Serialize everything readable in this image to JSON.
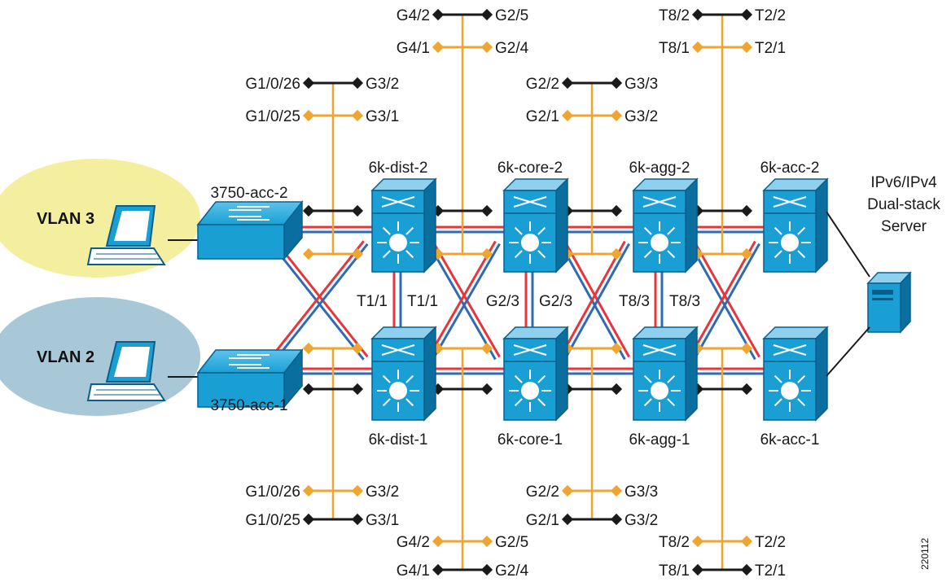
{
  "figure_id": "220112",
  "colors": {
    "red": "#e8343a",
    "blue": "#2d6cb5",
    "orange": "#f0a530",
    "black": "#1a1a1a",
    "switch_face": "#1a9fd5",
    "switch_dark": "#0a6f9e",
    "vlan3_bg": "#f4ef9e",
    "vlan2_bg": "#a8c8d8"
  },
  "vlans": [
    {
      "id": "vlan3",
      "label": "VLAN 3"
    },
    {
      "id": "vlan2",
      "label": "VLAN 2"
    }
  ],
  "access_switches": [
    {
      "id": "acc2",
      "label": "3750-acc-2"
    },
    {
      "id": "acc1",
      "label": "3750-acc-1"
    }
  ],
  "chassis": [
    {
      "id": "dist2",
      "label": "6k-dist-2"
    },
    {
      "id": "core2",
      "label": "6k-core-2"
    },
    {
      "id": "agg2",
      "label": "6k-agg-2"
    },
    {
      "id": "acc2b",
      "label": "6k-acc-2"
    },
    {
      "id": "dist1",
      "label": "6k-dist-1"
    },
    {
      "id": "core1",
      "label": "6k-core-1"
    },
    {
      "id": "agg1",
      "label": "6k-agg-1"
    },
    {
      "id": "acc1b",
      "label": "6k-acc-1"
    }
  ],
  "server": {
    "label_lines": [
      "IPv6/IPv4",
      "Dual-stack",
      "Server"
    ]
  },
  "interlinks": [
    {
      "id": "dist",
      "left": "T1/1",
      "right": "T1/1"
    },
    {
      "id": "core",
      "left": "G2/3",
      "right": "G2/3"
    },
    {
      "id": "agg",
      "left": "T8/3",
      "right": "T8/3"
    }
  ],
  "port_groups": [
    {
      "id": "top-acc-dist",
      "rows": [
        {
          "left": "G1/0/26",
          "right": "G3/2",
          "color": "black"
        },
        {
          "left": "G1/0/25",
          "right": "G3/1",
          "color": "orange"
        }
      ]
    },
    {
      "id": "top-dist-core",
      "rows": [
        {
          "left": "G4/2",
          "right": "G2/5",
          "color": "black"
        },
        {
          "left": "G4/1",
          "right": "G2/4",
          "color": "orange"
        }
      ]
    },
    {
      "id": "top-core-agg",
      "rows": [
        {
          "left": "G2/2",
          "right": "G3/3",
          "color": "black"
        },
        {
          "left": "G2/1",
          "right": "G3/2",
          "color": "orange"
        }
      ]
    },
    {
      "id": "top-agg-acc",
      "rows": [
        {
          "left": "T8/2",
          "right": "T2/2",
          "color": "black"
        },
        {
          "left": "T8/1",
          "right": "T2/1",
          "color": "orange"
        }
      ]
    },
    {
      "id": "bot-acc-dist",
      "rows": [
        {
          "left": "G1/0/26",
          "right": "G3/2",
          "color": "orange"
        },
        {
          "left": "G1/0/25",
          "right": "G3/1",
          "color": "black"
        }
      ]
    },
    {
      "id": "bot-core-agg",
      "rows": [
        {
          "left": "G2/2",
          "right": "G3/3",
          "color": "orange"
        },
        {
          "left": "G2/1",
          "right": "G3/2",
          "color": "black"
        }
      ]
    },
    {
      "id": "bot-dist-core",
      "rows": [
        {
          "left": "G4/2",
          "right": "G2/5",
          "color": "orange"
        },
        {
          "left": "G4/1",
          "right": "G2/4",
          "color": "black"
        }
      ]
    },
    {
      "id": "bot-agg-acc",
      "rows": [
        {
          "left": "T8/2",
          "right": "T2/2",
          "color": "orange"
        },
        {
          "left": "T8/1",
          "right": "T2/1",
          "color": "black"
        }
      ]
    }
  ]
}
